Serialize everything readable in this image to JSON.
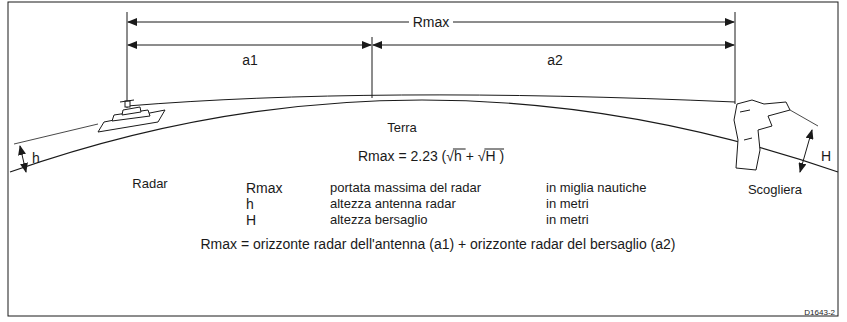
{
  "diagram": {
    "labels": [
      "Rmax",
      "a1",
      "a2",
      "Terra",
      "Radar",
      "h",
      "Rmax = 2.23 (√h + √H )",
      "Scogliera",
      "H",
      "Rmax",
      "portata massima del radar",
      "in miglia nautiche",
      "h",
      "altezza antenna radar",
      "in metri",
      "H",
      "altezza bersaglio",
      "in metri",
      "Rmax = orizzonte radar dell'antenna (a1) + orizzonte radar del bersaglio (a2)",
      "D1643-2"
    ]
  }
}
